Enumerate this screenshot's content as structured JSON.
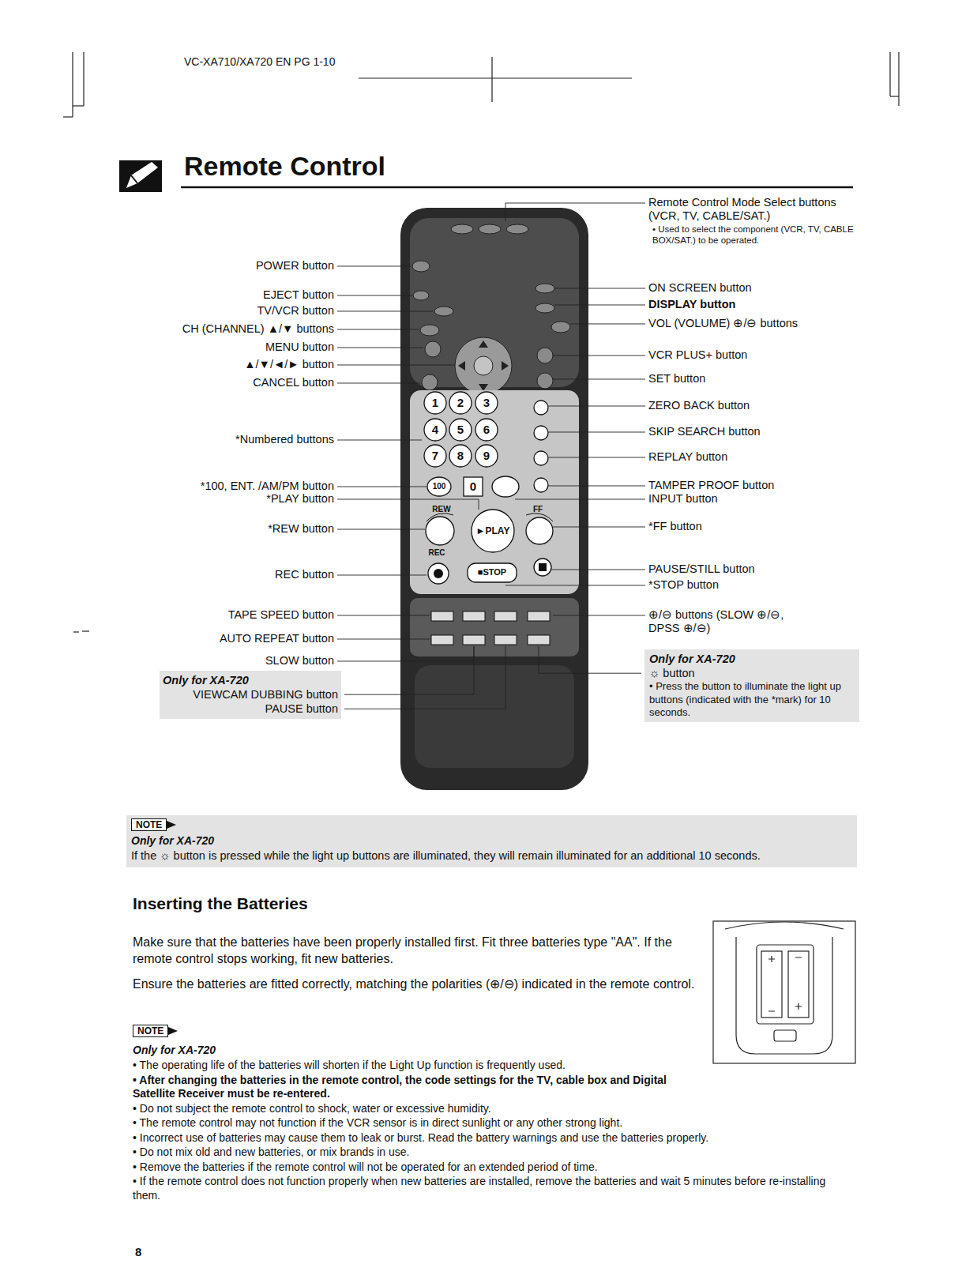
{
  "diagram": {
    "title": "Remote Control",
    "nodes": [
      {
        "text": [
          "Only for XA-720",
          "☼ button",
          "• Press the button to illuminate the light up buttons (indicated with the *mark) for 10 seconds."
        ]
      },
      {
        "text": [
          "Only for XA-720",
          "VIEWCAM DUBBING button",
          "PAUSE button"
        ]
      },
      {
        "text": [
          "Only for XA-720",
          "If the ☼ button is pressed while the light up buttons are illuminated, they will remain illuminated for an additional 10 seconds."
        ]
      },
      {
        "text": [
          "NOTE"
        ],
        "in": 2
      },
      {
        "text": [
          "NOTE"
        ]
      }
    ],
    "labels": [
      "VC-XA710/XA720 EN PG 1-10",
      "Remote Control Mode Select buttons (VCR, TV, CABLE/SAT.)",
      "• Used to select the component (VCR, TV, CABLE BOX/SAT.) to be operated.",
      "POWER button",
      "EJECT button",
      "TV/VCR button",
      "CH (CHANNEL) ▲/▼ buttons",
      "MENU button",
      "▲/▼/◄/► button",
      "CANCEL button",
      "*Numbered buttons",
      "*100, ENT. /AM/PM button",
      "*PLAY button",
      "*REW button",
      "REC button",
      "TAPE SPEED button",
      "AUTO REPEAT button",
      "SLOW button",
      "ON SCREEN button",
      "DISPLAY button",
      "VOL (VOLUME) ⊕/⊖ buttons",
      "VCR PLUS+ button",
      "SET button",
      "ZERO BACK button",
      "SKIP SEARCH button",
      "REPLAY button",
      "TAMPER PROOF button",
      "INPUT button",
      "*FF button",
      "PAUSE/STILL button",
      "*STOP button",
      "⊕/⊖ buttons (SLOW ⊕/⊖, DPSS ⊕/⊖)",
      "Inserting the Batteries",
      "Make sure that the batteries have been properly installed first. Fit three batteries type \"AA\". If the remote control stops working, fit new batteries.",
      "Ensure the batteries are fitted correctly, matching the polarities (⊕/⊖) indicated in the remote control.",
      "Only for XA-720",
      "• The operating life of the batteries will shorten if the Light Up function is frequently used.",
      "• After changing the batteries in the remote control, the code settings for the TV, cable box and Digital Satellite Receiver must be re-entered.",
      "• Do not subject the remote control to shock, water or excessive humidity.",
      "• The remote control may not function if the VCR sensor is in direct sunlight or any other strong light.",
      "• Incorrect use of batteries may cause them to leak or burst. Read the battery warnings and use the batteries properly.",
      "• Do not mix old and new batteries, or mix brands in use.",
      "• Remove the batteries if the remote control will not be operated for an extended period of time.",
      "• If the remote control does not function properly when new batteries are installed, remove the batteries and wait 5 minutes before re-installing them.",
      "8",
      "1",
      "2",
      "3",
      "4",
      "5",
      "6",
      "7",
      "8",
      "9",
      "0",
      "100",
      "REW",
      "FF",
      "►PLAY",
      "■STOP",
      "REC"
    ]
  }
}
